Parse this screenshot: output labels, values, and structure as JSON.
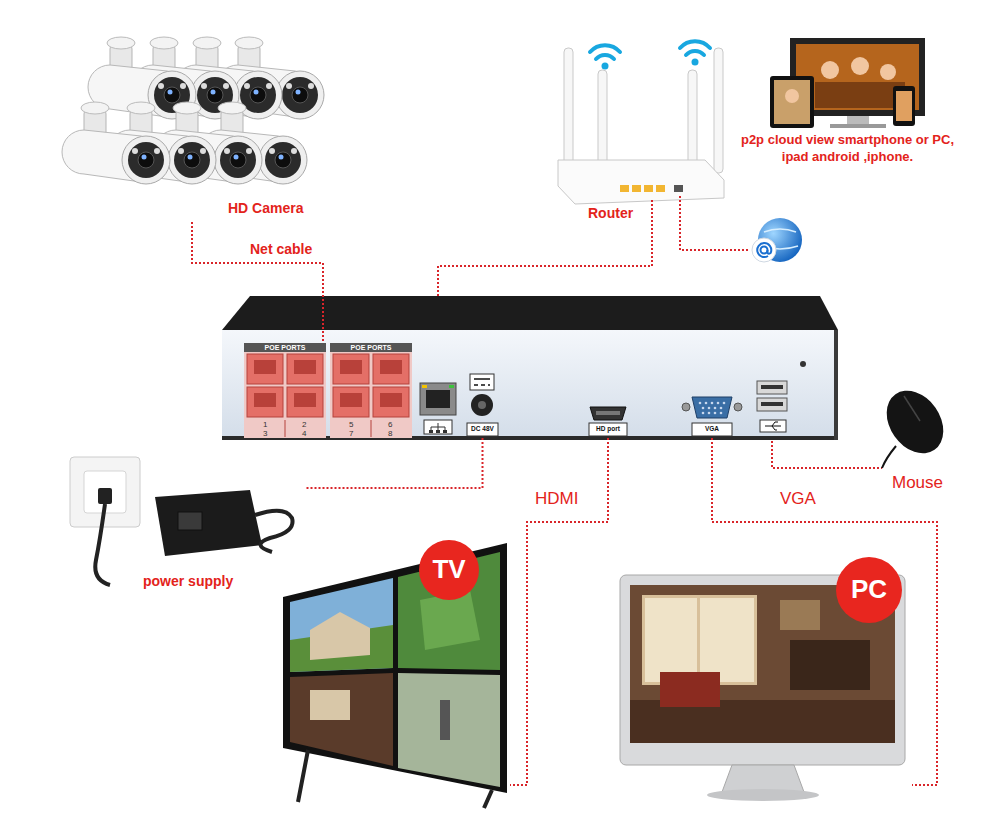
{
  "diagram": {
    "nodes": [
      {
        "text": [
          "HD Camera"
        ]
      },
      {
        "text": [
          "Router"
        ]
      },
      {
        "text": [
          "p2p cloud view smartphone or PC, ipad android ,iphone."
        ]
      },
      {
        "text": [
          "POE PORTS"
        ]
      },
      {
        "text": [
          "POE PORTS"
        ]
      },
      {
        "text": [
          "DC 48V"
        ]
      },
      {
        "text": [
          "HD port"
        ]
      },
      {
        "text": [
          "VGA"
        ]
      },
      {
        "text": [
          "Mouse"
        ]
      },
      {
        "text": [
          "power supply"
        ]
      },
      {
        "text": [
          "TV"
        ]
      },
      {
        "text": [
          "PC"
        ]
      }
    ],
    "edges": [
      {
        "from": 0,
        "to": 3,
        "label": "Net cable",
        "arrow": "none"
      },
      {
        "from": 5,
        "to": 9,
        "arrow": "none"
      },
      {
        "from": 6,
        "to": 10,
        "label": "HDMI",
        "arrow": "none"
      },
      {
        "from": 7,
        "to": 11,
        "label": "VGA",
        "arrow": "none"
      }
    ],
    "labels": [
      "1",
      "2",
      "3",
      "4",
      "5",
      "6",
      "7",
      "8"
    ]
  }
}
